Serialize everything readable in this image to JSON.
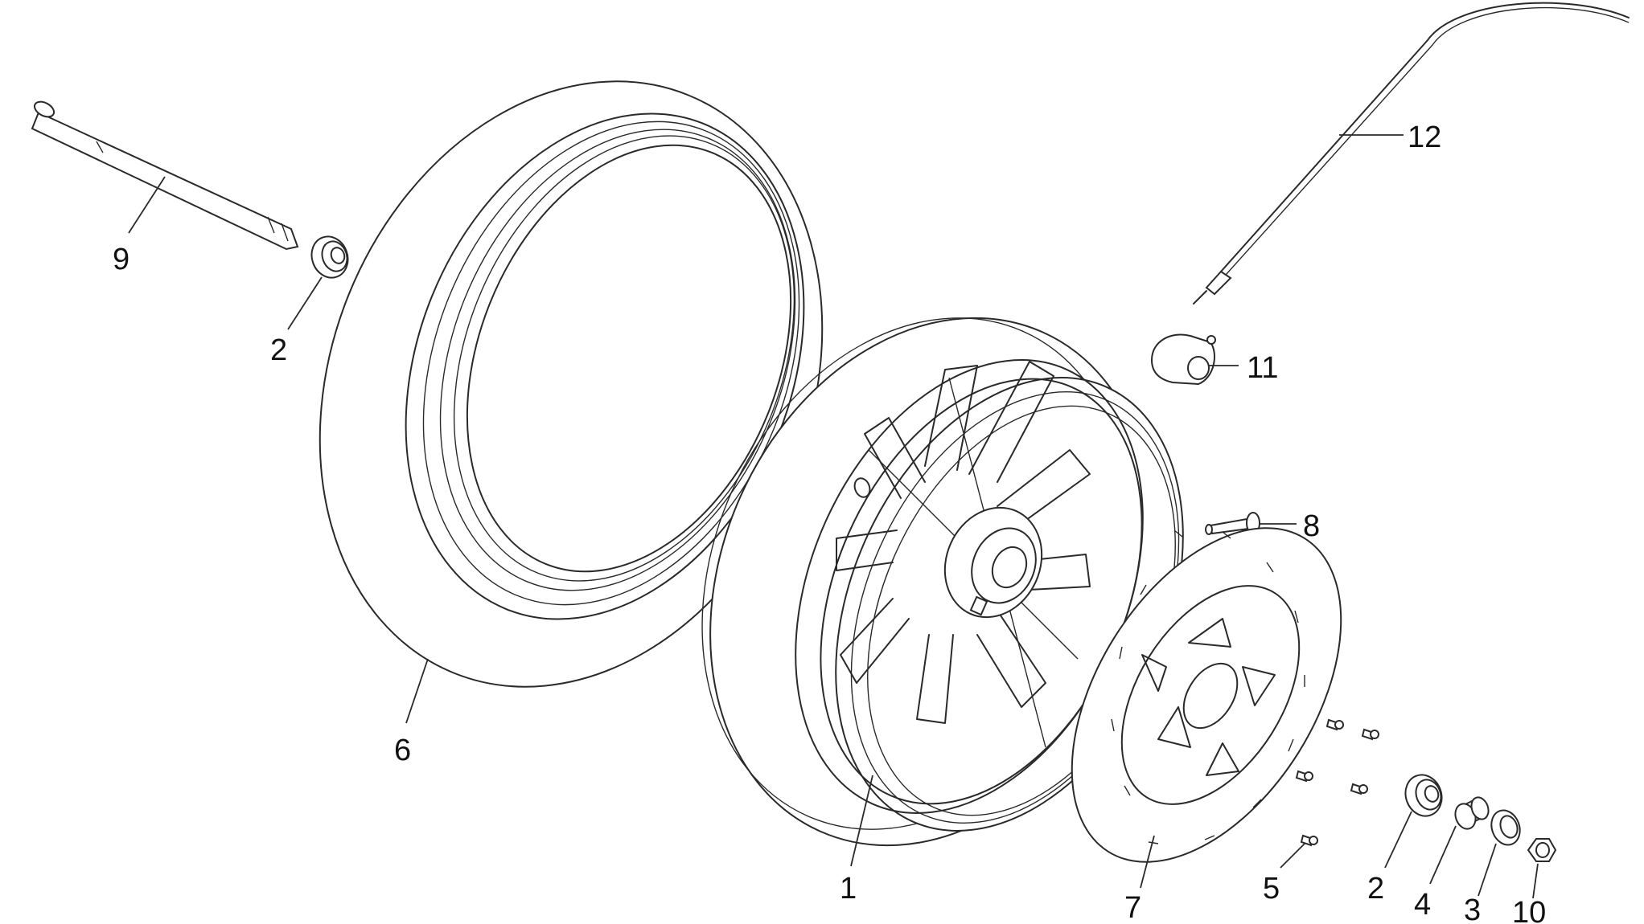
{
  "callouts": [
    {
      "id": "axle",
      "number": "9"
    },
    {
      "id": "bearing-left",
      "number": "2"
    },
    {
      "id": "tyre",
      "number": "6"
    },
    {
      "id": "rim",
      "number": "1"
    },
    {
      "id": "speedo-cable",
      "number": "12"
    },
    {
      "id": "speedo-drive",
      "number": "11"
    },
    {
      "id": "valve",
      "number": "8"
    },
    {
      "id": "brake-disc",
      "number": "7"
    },
    {
      "id": "disc-screws",
      "number": "5"
    },
    {
      "id": "bearing-right",
      "number": "2"
    },
    {
      "id": "spacer",
      "number": "4"
    },
    {
      "id": "washer",
      "number": "3"
    },
    {
      "id": "nut",
      "number": "10"
    }
  ],
  "colors": {
    "line": "#2a2a2a",
    "background": "#ffffff"
  }
}
